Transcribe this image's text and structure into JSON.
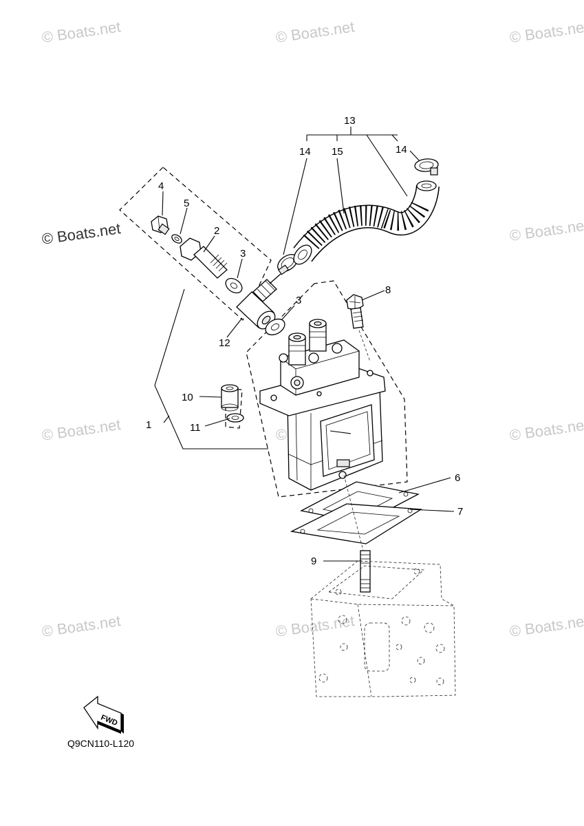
{
  "watermark_text": "© Boats.net",
  "diagram_code": "Q9CN110-L120",
  "fwd_label": "FWD",
  "callouts": {
    "c1": "1",
    "c2": "2",
    "c3a": "3",
    "c3b": "3",
    "c4": "4",
    "c5": "5",
    "c6": "6",
    "c7": "7",
    "c8": "8",
    "c9": "9",
    "c10": "10",
    "c11": "11",
    "c12": "12",
    "c13": "13",
    "c14a": "14",
    "c14b": "14",
    "c15": "15"
  }
}
